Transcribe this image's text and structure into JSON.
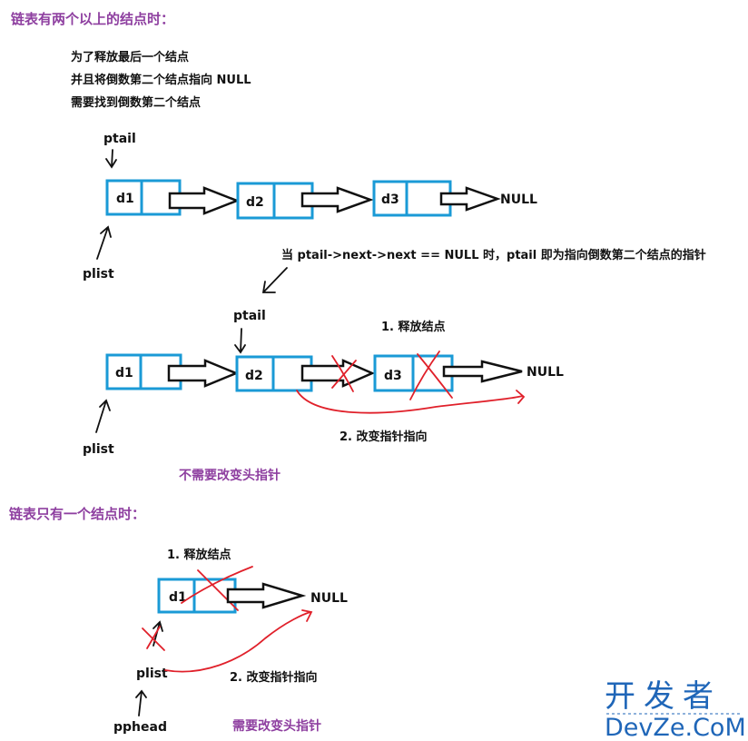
{
  "section1": {
    "title": "链表有两个以上的结点时：",
    "notes": [
      "为了释放最后一个结点",
      "并且将倒数第二个结点指向 NULL",
      "需要找到倒数第二个结点"
    ],
    "diagram1": {
      "ptail": "ptail",
      "plist": "plist",
      "nodes": [
        "d1",
        "d2",
        "d3"
      ],
      "null": "NULL"
    },
    "condition": "当 ptail->next->next == NULL 时，ptail 即为指向倒数第二个结点的指针",
    "diagram2": {
      "ptail": "ptail",
      "plist": "plist",
      "nodes": [
        "d1",
        "d2",
        "d3"
      ],
      "null": "NULL",
      "step1": "1. 释放结点",
      "step2": "2. 改变指针指向"
    },
    "conclusion": "不需要改变头指针"
  },
  "section2": {
    "title": "链表只有一个结点时：",
    "step1": "1. 释放结点",
    "node": "d1",
    "null": "NULL",
    "plist": "plist",
    "pphead": "pphead",
    "step2": "2. 改变指针指向",
    "conclusion": "需要改变头指针"
  },
  "watermark": {
    "cn": "开发者",
    "en": "DevZe.CoM"
  },
  "colors": {
    "box": "#1a9ad6",
    "title": "#8e3fa0",
    "mark": "#e0202a",
    "watermark": "#1f66b8"
  }
}
